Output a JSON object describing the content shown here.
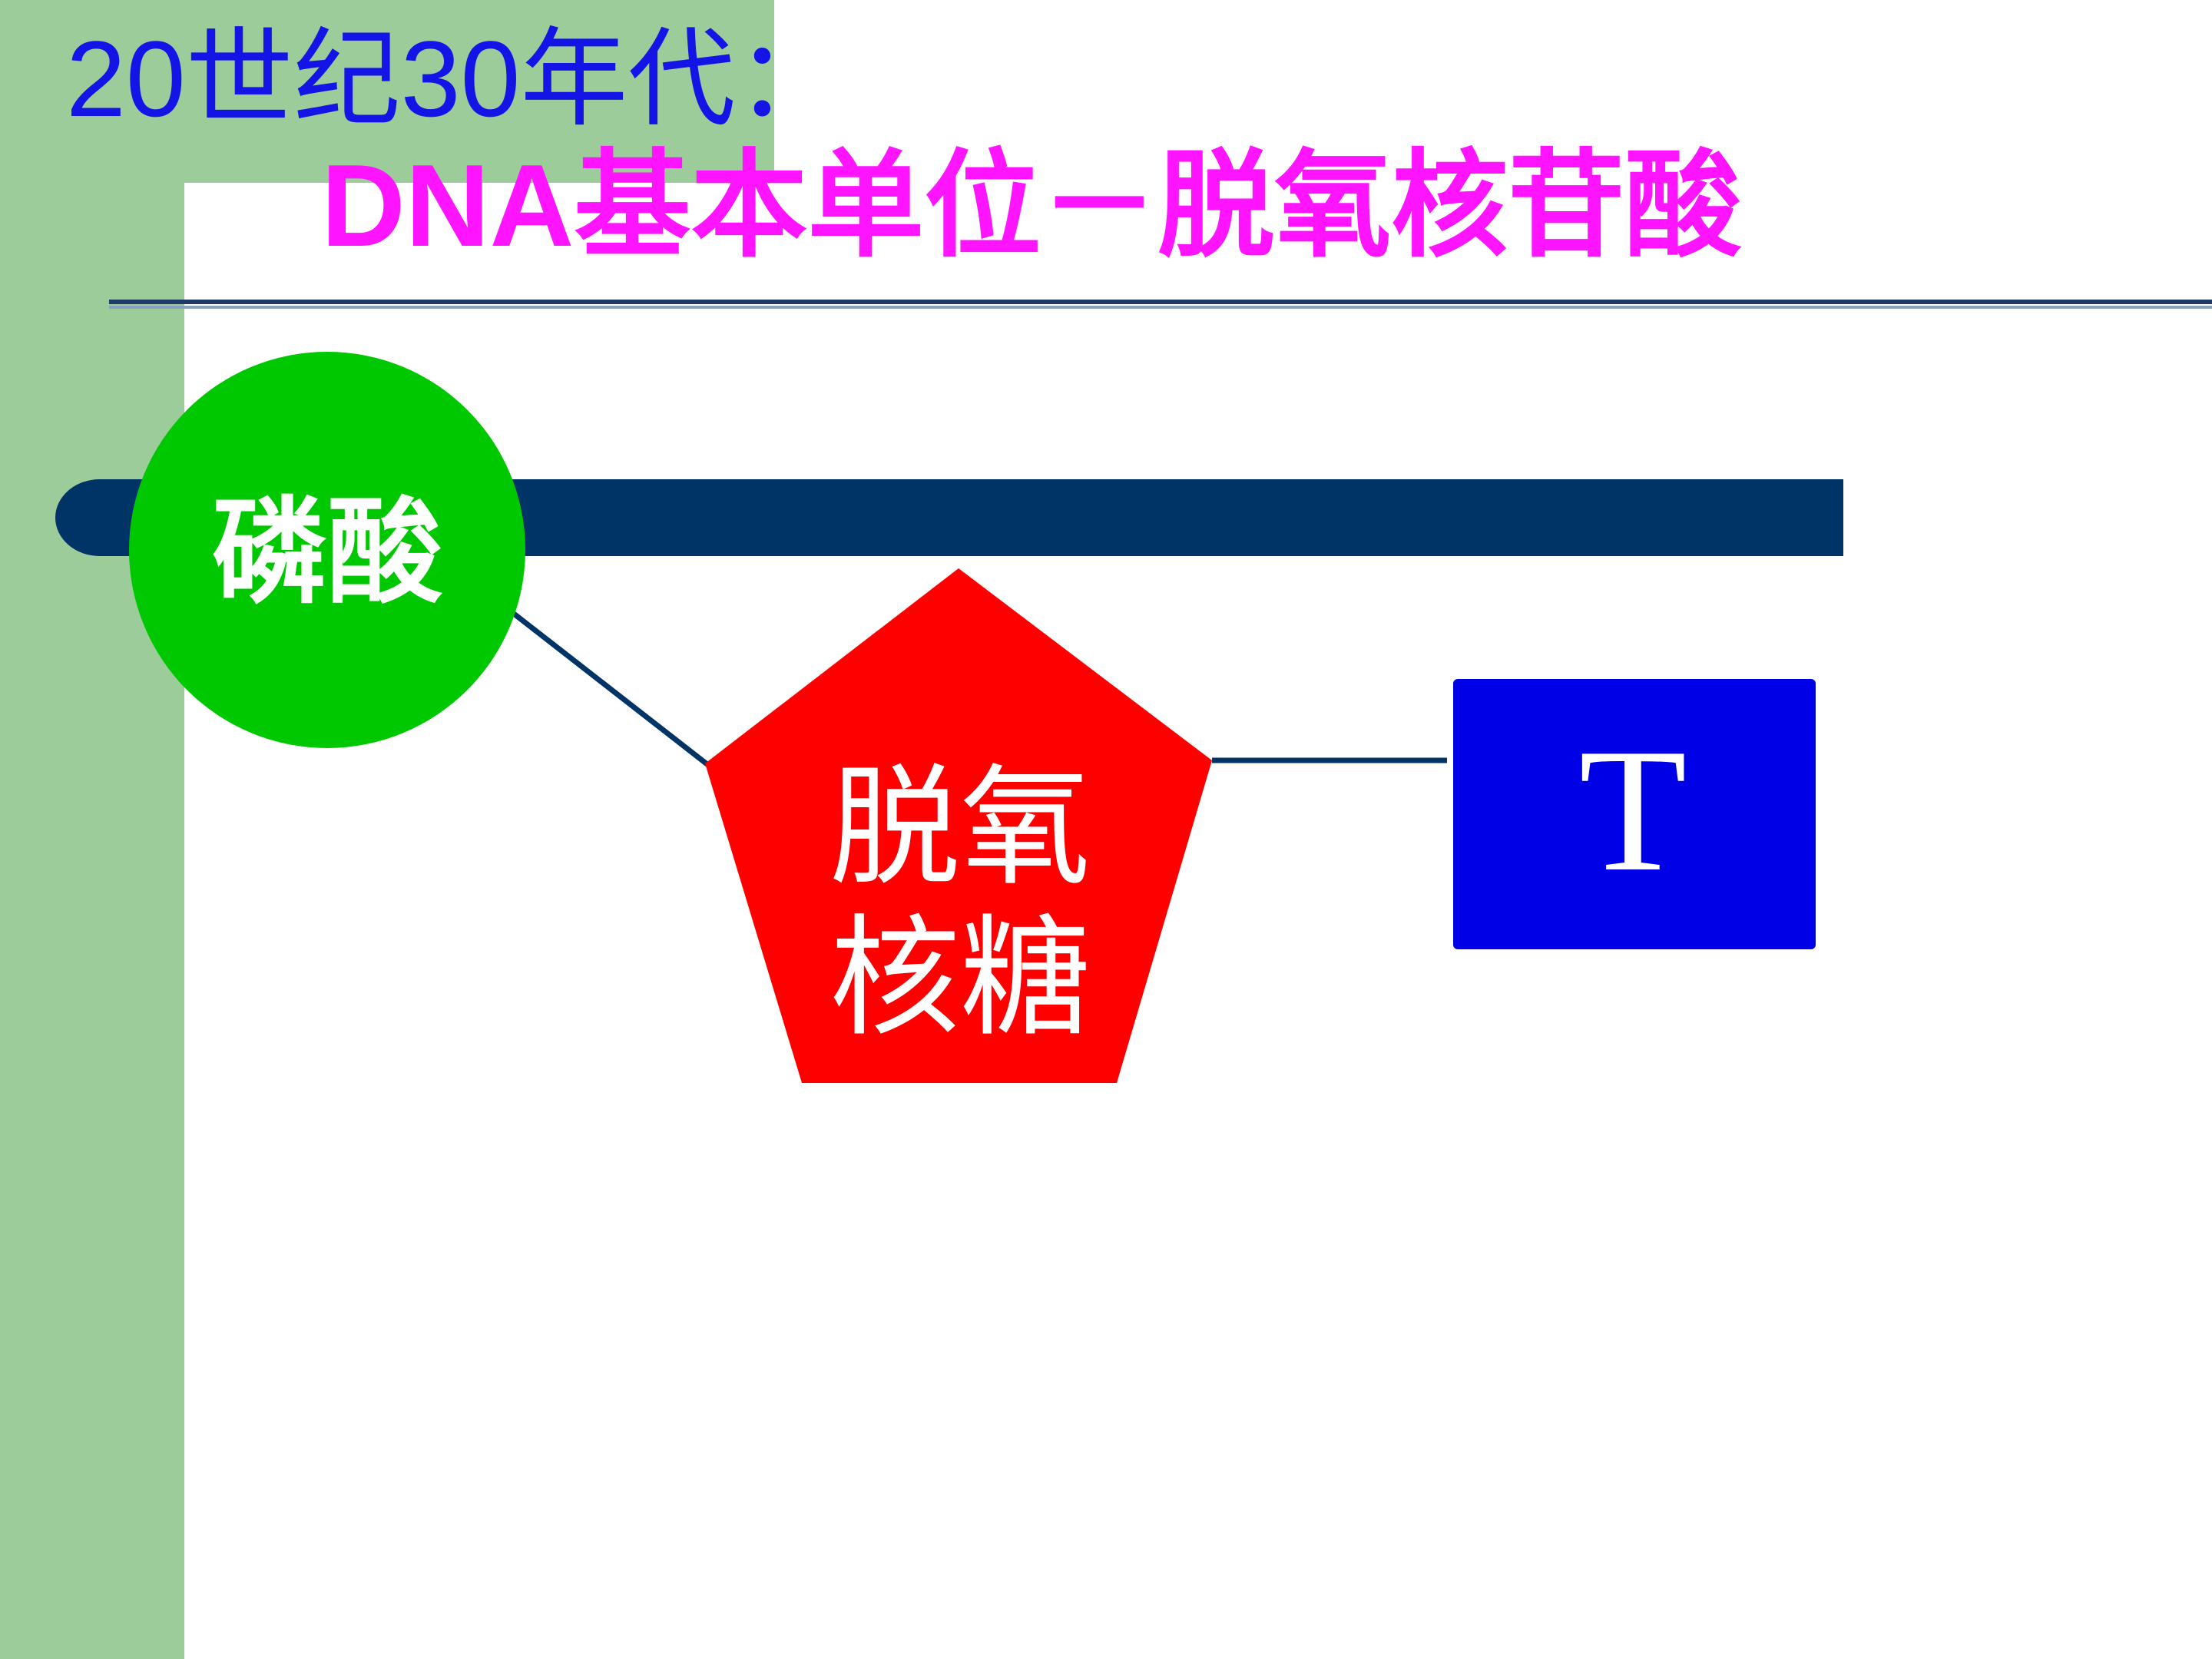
{
  "slide": {
    "title_line1": "20世纪30年代：",
    "title_line2": "DNA基本单位－脱氧核苷酸"
  },
  "diagram": {
    "phosphate": {
      "label": "磷酸",
      "color": "#00c800"
    },
    "sugar": {
      "label": "脱氧核糖",
      "label_line1": "脱氧",
      "label_line2": "核糖",
      "color": "#ff0000"
    },
    "base": {
      "label": "T",
      "color": "#0000e6"
    },
    "backbone_color": "#003366",
    "bond_color": "#003366"
  },
  "theme": {
    "band_color": "#9ccc99",
    "title1_color": "#1414e6",
    "title2_color": "#ff14ff"
  }
}
